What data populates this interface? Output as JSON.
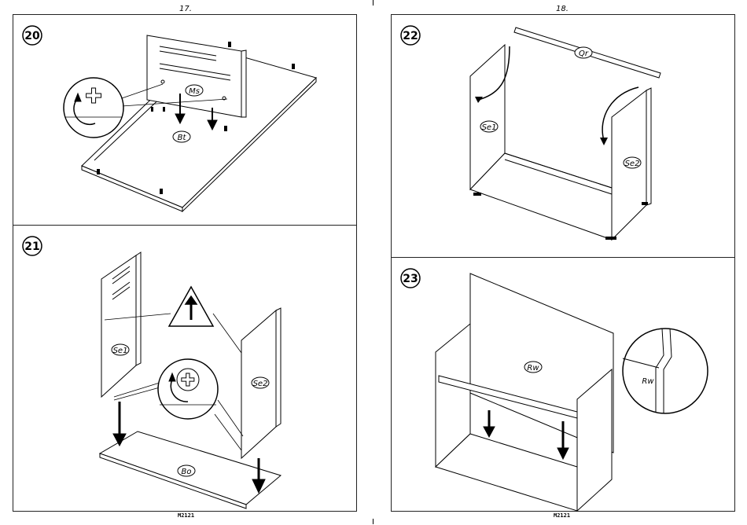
{
  "pages": [
    {
      "number": "17.",
      "footer": "M2121",
      "steps": [
        {
          "step": "20",
          "labels": {
            "top_panel": "Ms",
            "base_panel": "Bt"
          }
        },
        {
          "step": "21",
          "labels": {
            "left_side": "Se1",
            "right_side": "Se2",
            "bottom": "Bo"
          }
        }
      ]
    },
    {
      "number": "18.",
      "footer": "M2121",
      "steps": [
        {
          "step": "22",
          "labels": {
            "rail": "Qr",
            "left_side": "Se1",
            "right_side": "Se2"
          }
        },
        {
          "step": "23",
          "labels": {
            "back_panel": "Rw",
            "detail": "Rw"
          }
        }
      ]
    }
  ],
  "colors": {
    "line": "#000000",
    "background": "#ffffff",
    "hatch": "#444444"
  }
}
